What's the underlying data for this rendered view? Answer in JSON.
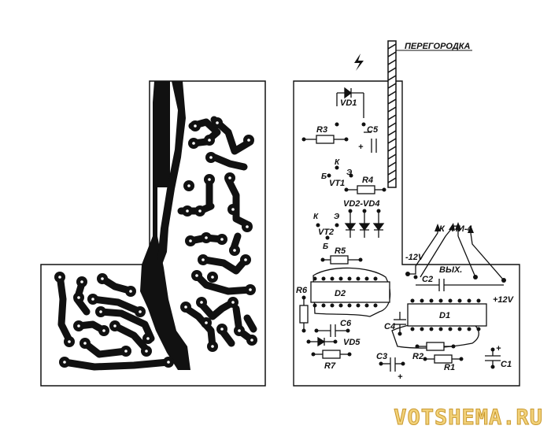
{
  "partition_label": "ПЕРЕГОРОДКА",
  "watermark": "VOTSHEMA.RU",
  "components": {
    "vd1": "VD1",
    "c5": "C5",
    "r3": "R3",
    "k_top": "К",
    "e_top": "Э",
    "b_top": "Б",
    "vt1": "VT1",
    "r4": "R4",
    "vd2_vd4": "VD2-VD4",
    "k_mid": "К",
    "e_mid": "Э",
    "vt2": "VT2",
    "b_mid": "Б",
    "r5": "R5",
    "k_out": "К",
    "pi4": "ПИ-4",
    "minus12": "-12V",
    "vyh": "ВЫХ.",
    "c2": "C2",
    "plus12": "+12V",
    "r6": "R6",
    "d2": "D2",
    "c6": "C6",
    "c4": "C4",
    "d1": "D1",
    "vd5": "VD5",
    "r7": "R7",
    "c3": "C3",
    "r2": "R2",
    "r1": "R1",
    "c1": "C1",
    "c1_plus": "+",
    "c5_plus": "+",
    "c3_plus": "+"
  },
  "colors": {
    "ink": "#111111",
    "board": "#ffffff",
    "watermark": "#f2d27a"
  }
}
